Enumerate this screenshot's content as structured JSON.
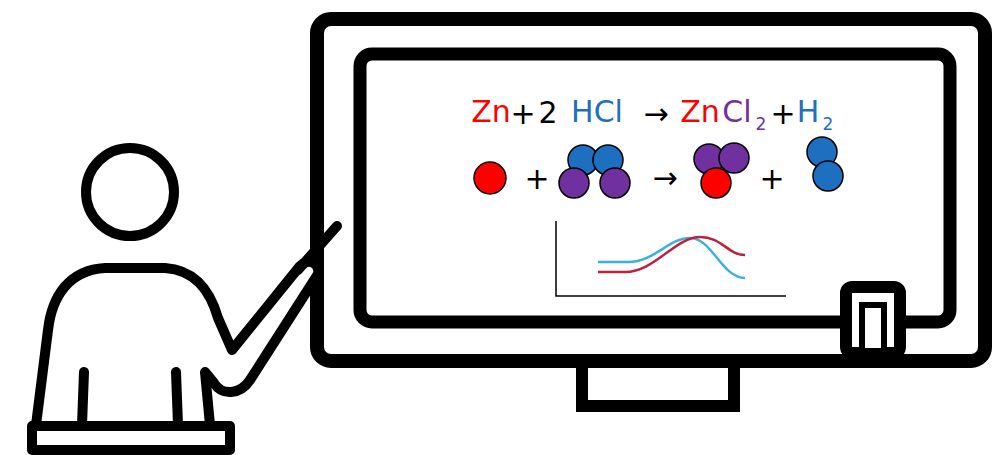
{
  "diagram": {
    "labels": [
      "Zn",
      "+",
      "2",
      "HCl",
      "→",
      "Zn",
      "Cl",
      "2",
      "+",
      "H",
      "2",
      "+",
      "→",
      "+"
    ]
  }
}
